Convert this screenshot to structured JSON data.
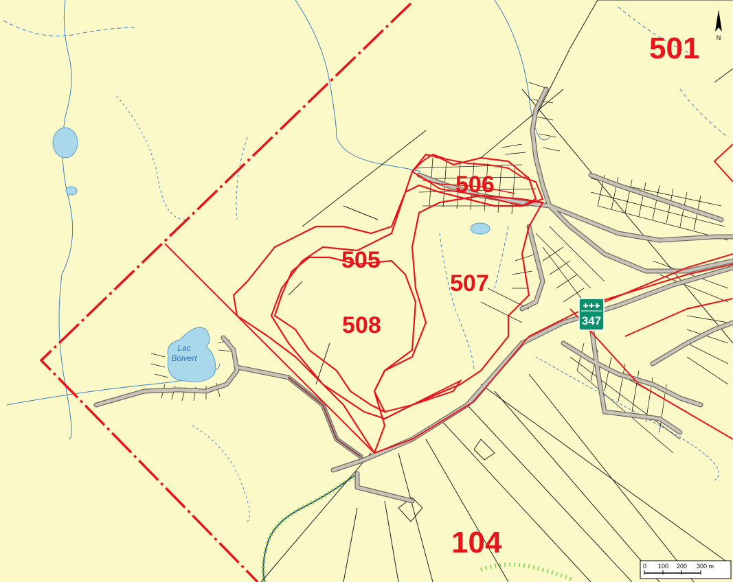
{
  "map": {
    "zones": [
      {
        "id": "501",
        "label": "501"
      },
      {
        "id": "104",
        "label": "104"
      },
      {
        "id": "505",
        "label": "505"
      },
      {
        "id": "506",
        "label": "506"
      },
      {
        "id": "507",
        "label": "507"
      },
      {
        "id": "508",
        "label": "508"
      }
    ],
    "lake": {
      "label_line1": "Lac",
      "label_line2": "Boivert"
    },
    "route_shield": {
      "number": "347",
      "crosses": "✚✚✚",
      "color": "#0a8f6c"
    },
    "north_arrow": {
      "letter": "N"
    },
    "scale_bar": {
      "ticks": [
        "0",
        "100",
        "200",
        "300 m"
      ]
    },
    "colors": {
      "land": "#fbf9c7",
      "boundary": "#e8141b",
      "water": "#a8d8ea",
      "stream": "#3b7fc4",
      "road_fill": "#c8c3b8",
      "road_edge": "#6f6a60",
      "lot_line": "#1e1e1e"
    }
  }
}
